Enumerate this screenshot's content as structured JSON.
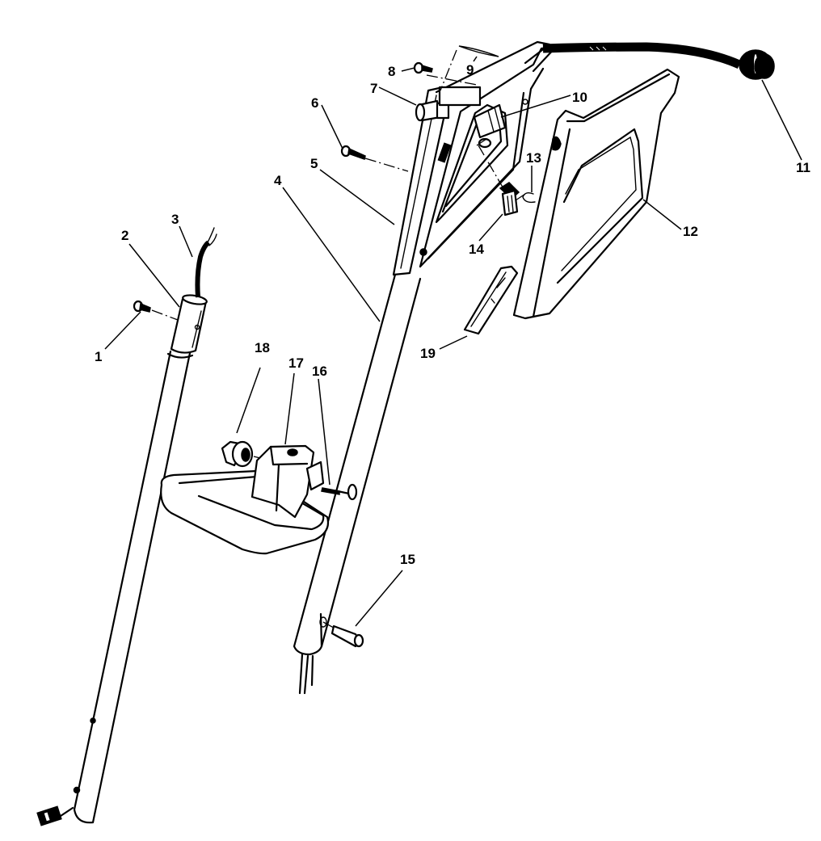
{
  "diagram": {
    "type": "exploded-parts-diagram",
    "subject": "Handle assembly (lawn mower handle / switch box)",
    "line_color": "#000000",
    "background": "#ffffff"
  },
  "callouts": [
    {
      "id": "1",
      "label": "1",
      "part": "screw (upper tube)"
    },
    {
      "id": "2",
      "label": "2",
      "part": "upper tube sleeve"
    },
    {
      "id": "3",
      "label": "3",
      "part": "cable"
    },
    {
      "id": "4",
      "label": "4",
      "part": "handle tube"
    },
    {
      "id": "5",
      "label": "5",
      "part": "switch housing half"
    },
    {
      "id": "6",
      "label": "6",
      "part": "screw"
    },
    {
      "id": "7",
      "label": "7",
      "part": "knob / plug"
    },
    {
      "id": "8",
      "label": "8",
      "part": "screw"
    },
    {
      "id": "9",
      "label": "9",
      "part": "cover"
    },
    {
      "id": "10",
      "label": "10",
      "part": "switch"
    },
    {
      "id": "11",
      "label": "11",
      "part": "cable grommet / plug"
    },
    {
      "id": "12",
      "label": "12",
      "part": "handle bail / lever"
    },
    {
      "id": "13",
      "label": "13",
      "part": "spring"
    },
    {
      "id": "14",
      "label": "14",
      "part": "lock-off button"
    },
    {
      "id": "15",
      "label": "15",
      "part": "pin"
    },
    {
      "id": "16",
      "label": "16",
      "part": "bolt"
    },
    {
      "id": "17",
      "label": "17",
      "part": "cable hook / grip bracket"
    },
    {
      "id": "18",
      "label": "18",
      "part": "knob"
    },
    {
      "id": "19",
      "label": "19",
      "part": "cable clip"
    }
  ]
}
